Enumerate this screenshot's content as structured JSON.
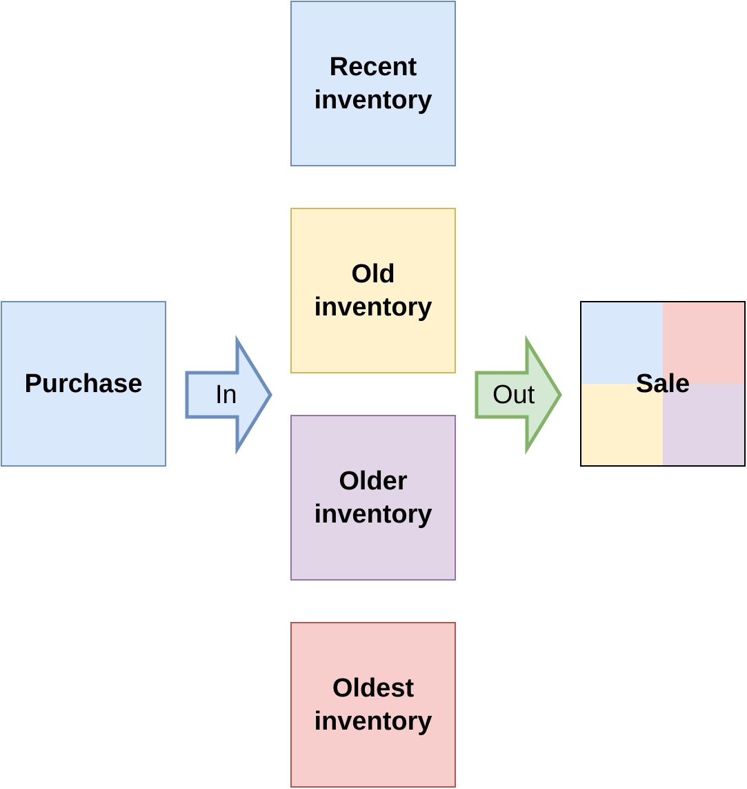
{
  "colors": {
    "blue_fill": "#dae8fc",
    "blue_stroke": "#6c8ebf",
    "yellow_fill": "#fff2cc",
    "yellow_stroke": "#d6b656",
    "purple_fill": "#e1d5e7",
    "purple_stroke": "#9673a6",
    "red_fill": "#f8cecc",
    "red_stroke": "#b85450",
    "green_fill": "#d5e8d4",
    "green_stroke": "#82b366"
  },
  "nodes": {
    "recent": {
      "line1": "Recent",
      "line2": "inventory"
    },
    "old": {
      "line1": "Old",
      "line2": "inventory"
    },
    "older": {
      "line1": "Older",
      "line2": "inventory"
    },
    "oldest": {
      "line1": "Oldest",
      "line2": "inventory"
    },
    "purchase": {
      "label": "Purchase"
    },
    "sale": {
      "label": "Sale"
    }
  },
  "arrows": {
    "in": {
      "label": "In"
    },
    "out": {
      "label": "Out"
    }
  }
}
